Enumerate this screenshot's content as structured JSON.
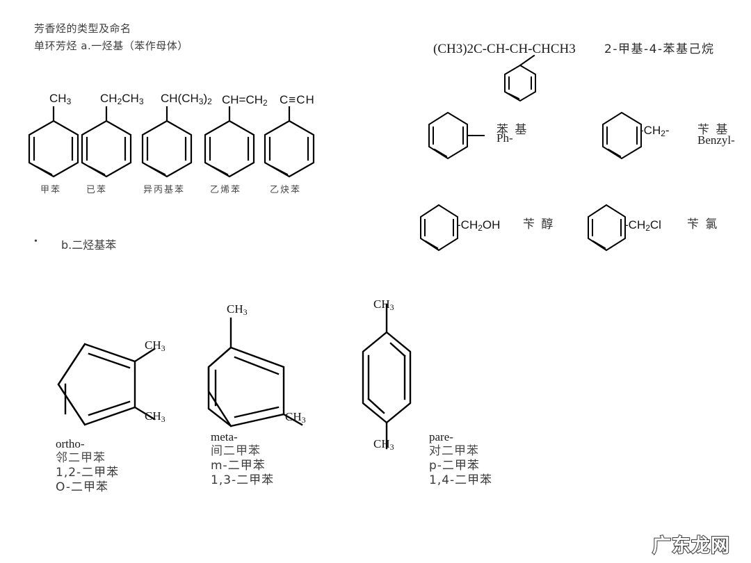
{
  "headings": {
    "title": "芳香烃的类型及命名",
    "subtitle": "单环芳烃  a.一烃基（苯作母体）",
    "section_b_bullet": "•",
    "section_b": "b.二烃基苯"
  },
  "monosubstituted": {
    "items": [
      {
        "formula_html": "CH3",
        "formula_text": "CH3",
        "name": "甲苯"
      },
      {
        "formula_html": "CH2CH3",
        "formula_text": "CH2CH3",
        "name": "已苯"
      },
      {
        "formula_html": "CH(CH3)2",
        "formula_text": "CH(CH3)2",
        "name": "异丙基苯"
      },
      {
        "formula_html": "CH=CH2",
        "formula_text": "CH=CH2",
        "name": "乙烯苯"
      },
      {
        "formula_html": "C≡CH",
        "formula_text": "C≡CH",
        "name": "乙炔苯"
      }
    ]
  },
  "phenylhexane": {
    "chain_formula": "(CH3)2C-CH-CH-CHCH3",
    "iupac_name": "2-甲基-4-苯基己烷"
  },
  "groups": {
    "phenyl": {
      "bond_label": "-",
      "cn_name": "苯 基",
      "en_name": "Ph-"
    },
    "benzyl": {
      "bond_label": "-CH2-",
      "cn_name": "苄 基",
      "en_name": "Benzyl-"
    },
    "benzyl_alcohol": {
      "bond_label": "-CH2OH",
      "cn_name": "苄 醇"
    },
    "benzyl_chloride": {
      "bond_label": "-CH2Cl",
      "cn_name": "苄 氯"
    }
  },
  "xylenes": [
    {
      "substituent_top": "CH3",
      "substituent_bottom": "CH3",
      "names": {
        "prefix_en": "ortho-",
        "cn": "邻二甲苯",
        "numbered_cn": "1,2-二甲苯",
        "letter_cn": "O-二甲苯"
      }
    },
    {
      "substituent_top": "CH3",
      "substituent_bottom": "CH3",
      "names": {
        "prefix_en": "meta-",
        "cn": "间二甲苯",
        "letter_cn": "m-二甲苯",
        "numbered_cn": "1,3-二甲苯"
      }
    },
    {
      "substituent_top": "CH3",
      "substituent_bottom": "CH3",
      "names": {
        "prefix_en": "pare-",
        "cn": "对二甲苯",
        "letter_cn": "p-二甲苯",
        "numbered_cn": "1,4-二甲苯"
      }
    }
  ],
  "watermark": {
    "text": "广东龙网"
  },
  "colors": {
    "background": "#ffffff",
    "bond": "#000000",
    "heading_text": "#3d3d3d",
    "label_text": "#4a4a4a"
  }
}
